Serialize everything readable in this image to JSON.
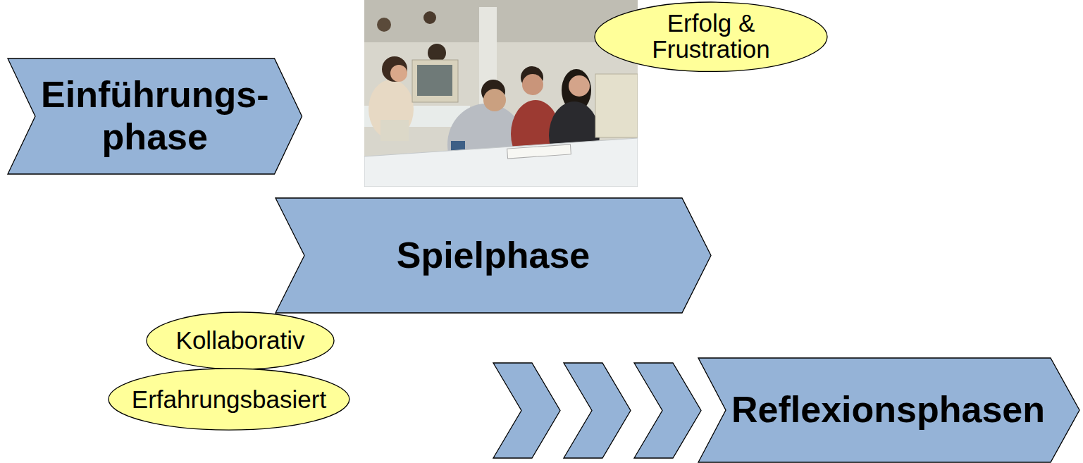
{
  "diagram": {
    "nodes": [
      {
        "text": [
          "Einführungs- phase"
        ]
      },
      {
        "text": [
          "Erfolg & Frustration"
        ]
      },
      {
        "text": [
          "Spielphase"
        ]
      },
      {
        "text": [
          "Kollaborativ"
        ]
      },
      {
        "text": [
          "Erfahrungsbasiert"
        ]
      },
      {
        "text": [
          "Reflexionsphasen"
        ]
      }
    ]
  }
}
